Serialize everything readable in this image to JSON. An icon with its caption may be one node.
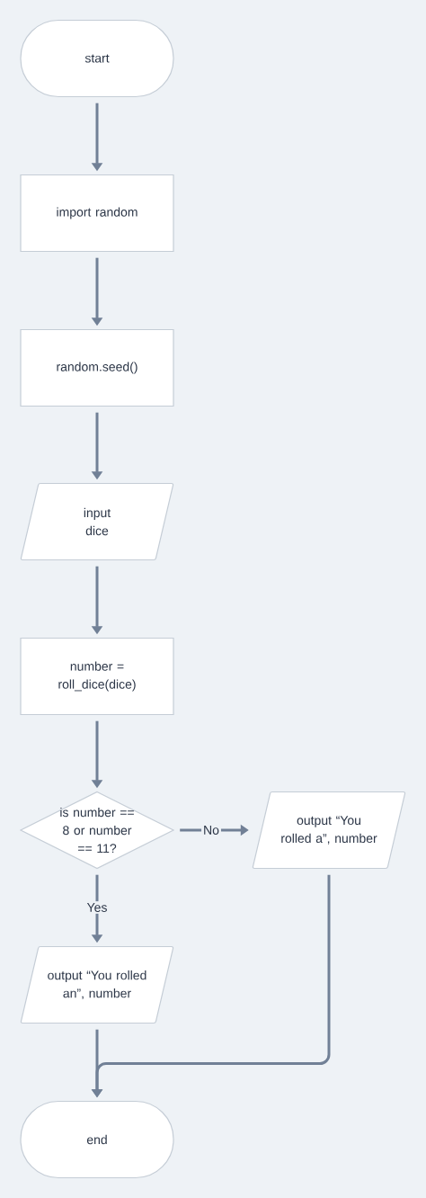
{
  "diagram": {
    "nodes": [
      {
        "text": [
          "start"
        ]
      },
      {
        "text": [
          "import random"
        ]
      },
      {
        "text": [
          "random.seed()"
        ]
      },
      {
        "text": [
          "input dice"
        ]
      },
      {
        "text": [
          "number = roll_dice(dice)"
        ]
      },
      {
        "text": [
          "is number == 8 or number == 11?"
        ]
      },
      {
        "text": [
          "output “You rolled a”, number"
        ]
      },
      {
        "text": [
          "output “You rolled an”, number"
        ]
      },
      {
        "text": [
          "end"
        ]
      }
    ],
    "edges": [
      {
        "from": 0,
        "to": 1,
        "arrow": "to"
      },
      {
        "from": 1,
        "to": 2,
        "arrow": "to"
      },
      {
        "from": 2,
        "to": 3,
        "arrow": "to"
      },
      {
        "from": 3,
        "to": 4,
        "arrow": "to"
      },
      {
        "from": 4,
        "to": 5,
        "arrow": "to"
      },
      {
        "from": 5,
        "to": 6,
        "arrow": "to",
        "label": "No"
      },
      {
        "from": 5,
        "to": 7,
        "arrow": "to",
        "label": "Yes"
      },
      {
        "from": 7,
        "to": 8,
        "arrow": "to"
      },
      {
        "from": 6,
        "to": 8,
        "arrow": "to"
      }
    ]
  }
}
